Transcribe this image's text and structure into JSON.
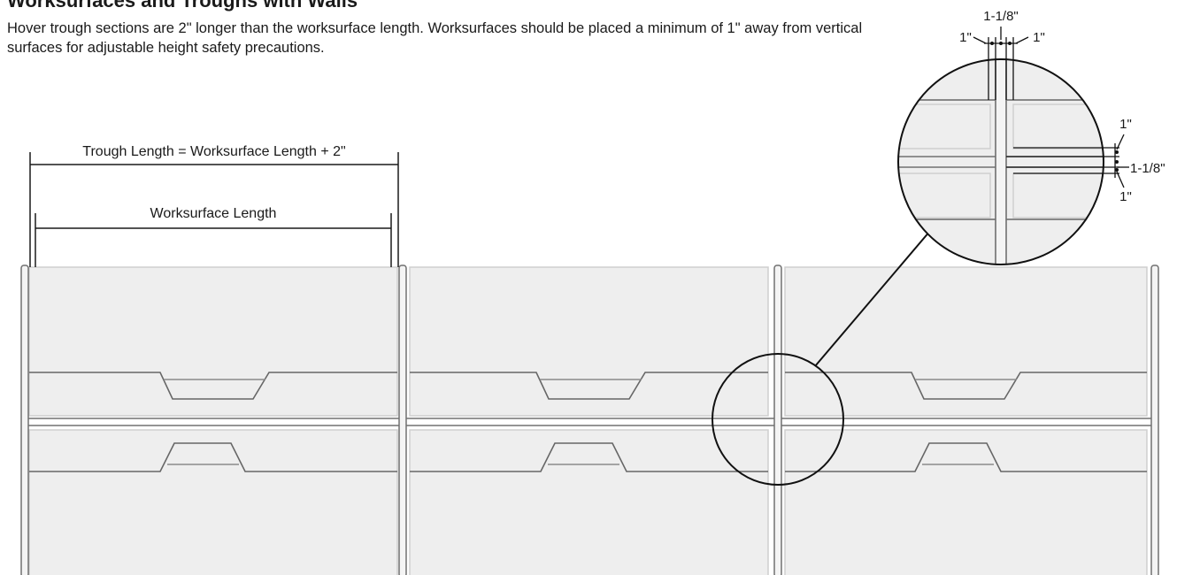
{
  "header": {
    "title": "Worksurfaces and Troughs with Walls",
    "description": "Hover trough sections are 2\" longer than the worksurface length. Worksurfaces should be placed a minimum of 1\" away from vertical surfaces for adjustable height safety precautions."
  },
  "dimensions": {
    "trough_length_label": "Trough Length = Worksurface Length + 2\"",
    "worksurface_length_label": "Worksurface Length"
  },
  "detail": {
    "top_total": "1-1/8\"",
    "top_left_gap": "1\"",
    "top_right_gap": "1\"",
    "right_top_gap": "1\"",
    "right_total": "1-1/8\"",
    "right_bottom_gap": "1\""
  },
  "colors": {
    "panel_fill": "#eeeeee",
    "panel_edge": "#cfcfcf",
    "line": "#666666",
    "ink": "#1a1a1a"
  }
}
